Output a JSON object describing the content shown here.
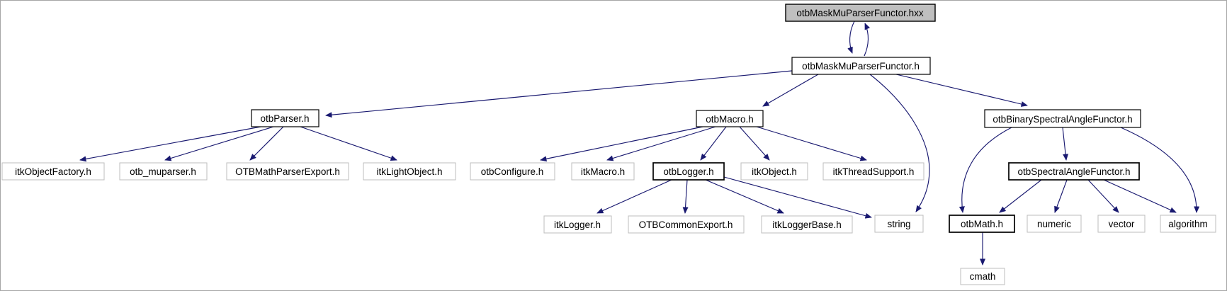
{
  "diagram": {
    "type": "include-dependency-graph",
    "colors": {
      "edge": "#191970",
      "current_node_fill": "#bfbfbf",
      "node_fill": "#ffffff",
      "internal_node_border": "#000000",
      "external_node_border": "#bdbdbd",
      "text": "#000000"
    },
    "nodes": {
      "hxx": {
        "label": "otbMaskMuParserFunctor.hxx"
      },
      "h": {
        "label": "otbMaskMuParserFunctor.h"
      },
      "parser": {
        "label": "otbParser.h"
      },
      "macro": {
        "label": "otbMacro.h"
      },
      "binary": {
        "label": "otbBinarySpectralAngleFunctor.h"
      },
      "itkObjectFactory": {
        "label": "itkObjectFactory.h"
      },
      "otbMuparser": {
        "label": "otb_muparser.h"
      },
      "mathParserExport": {
        "label": "OTBMathParserExport.h"
      },
      "itkLightObject": {
        "label": "itkLightObject.h"
      },
      "otbConfigure": {
        "label": "otbConfigure.h"
      },
      "itkMacro": {
        "label": "itkMacro.h"
      },
      "logger": {
        "label": "otbLogger.h"
      },
      "itkObject": {
        "label": "itkObject.h"
      },
      "itkThreadSupport": {
        "label": "itkThreadSupport.h"
      },
      "spectral": {
        "label": "otbSpectralAngleFunctor.h"
      },
      "itkLogger": {
        "label": "itkLogger.h"
      },
      "commonExport": {
        "label": "OTBCommonExport.h"
      },
      "itkLoggerBase": {
        "label": "itkLoggerBase.h"
      },
      "string": {
        "label": "string"
      },
      "math": {
        "label": "otbMath.h"
      },
      "numeric": {
        "label": "numeric"
      },
      "vector": {
        "label": "vector"
      },
      "algorithm": {
        "label": "algorithm"
      },
      "cmath": {
        "label": "cmath"
      }
    }
  }
}
